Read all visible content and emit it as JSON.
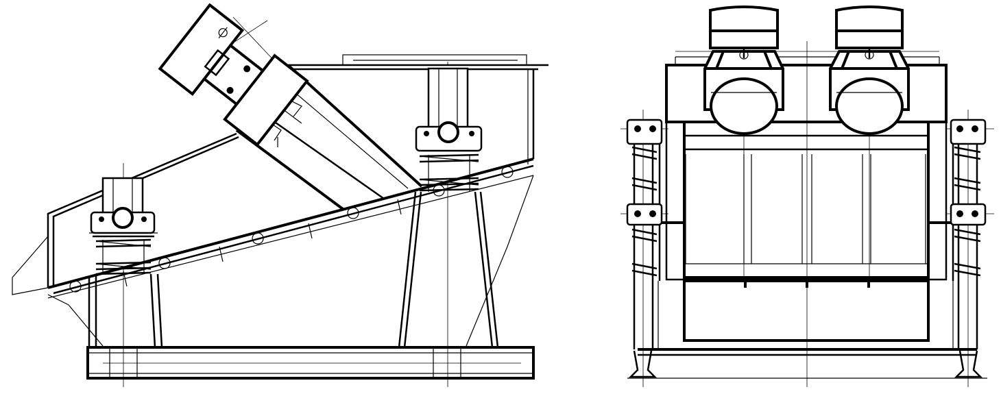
{
  "drawing": {
    "type": "technical line drawing",
    "views": [
      "side-view",
      "front-view"
    ],
    "colors": {
      "line": "#000000",
      "background": "#ffffff"
    }
  }
}
